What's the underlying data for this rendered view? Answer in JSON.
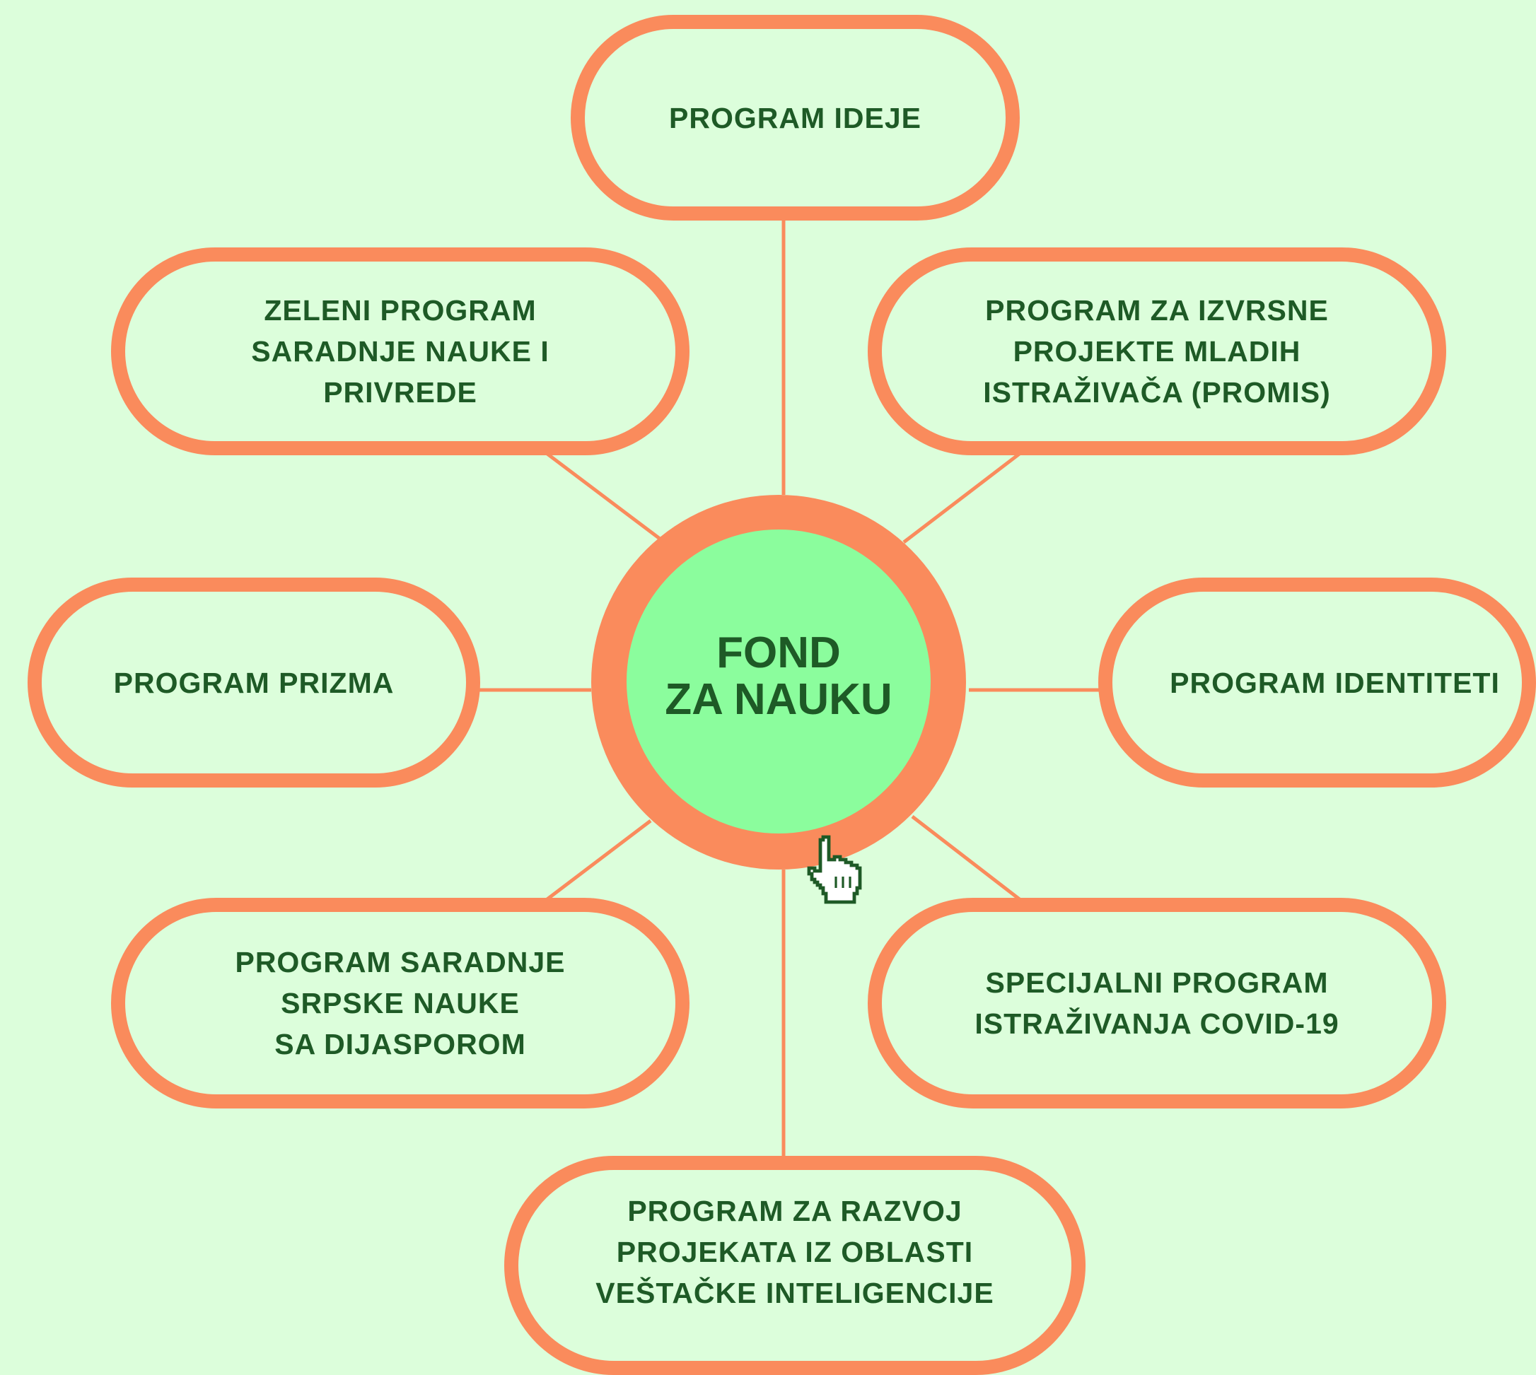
{
  "diagram": {
    "center": {
      "title": "FOND\nZA NAUKU"
    },
    "programs": [
      {
        "id": "ideje",
        "label": "PROGRAM IDEJE"
      },
      {
        "id": "zeleni",
        "label": "ZELENI PROGRAM\nSARADNJE NAUKE I\nPRIVREDE"
      },
      {
        "id": "promis",
        "label": "PROGRAM ZA IZVRSNE\nPROJEKTE MLADIH\nISTRAŽIVAČA (PROMIS)"
      },
      {
        "id": "prizma",
        "label": "PROGRAM PRIZMA"
      },
      {
        "id": "identiteti",
        "label": "PROGRAM IDENTITETI"
      },
      {
        "id": "dijaspora",
        "label": "PROGRAM SARADNJE\nSRPSKE NAUKE\nSA DIJASPOROM"
      },
      {
        "id": "covid",
        "label": "SPECIJALNI PROGRAM\nISTRAŽIVANJA COVID-19"
      },
      {
        "id": "ai",
        "label": "PROGRAM ZA RAZVOJ\nPROJEKATA IZ OBLASTI\nVEŠTAČKE INTELIGENCIJE"
      }
    ],
    "colors": {
      "background": "#dcfedb",
      "accent": "#fa8b5c",
      "center_fill": "#8bfd9d",
      "text": "#1e5a26"
    },
    "cursor_icon": "hand-pointer-icon"
  }
}
